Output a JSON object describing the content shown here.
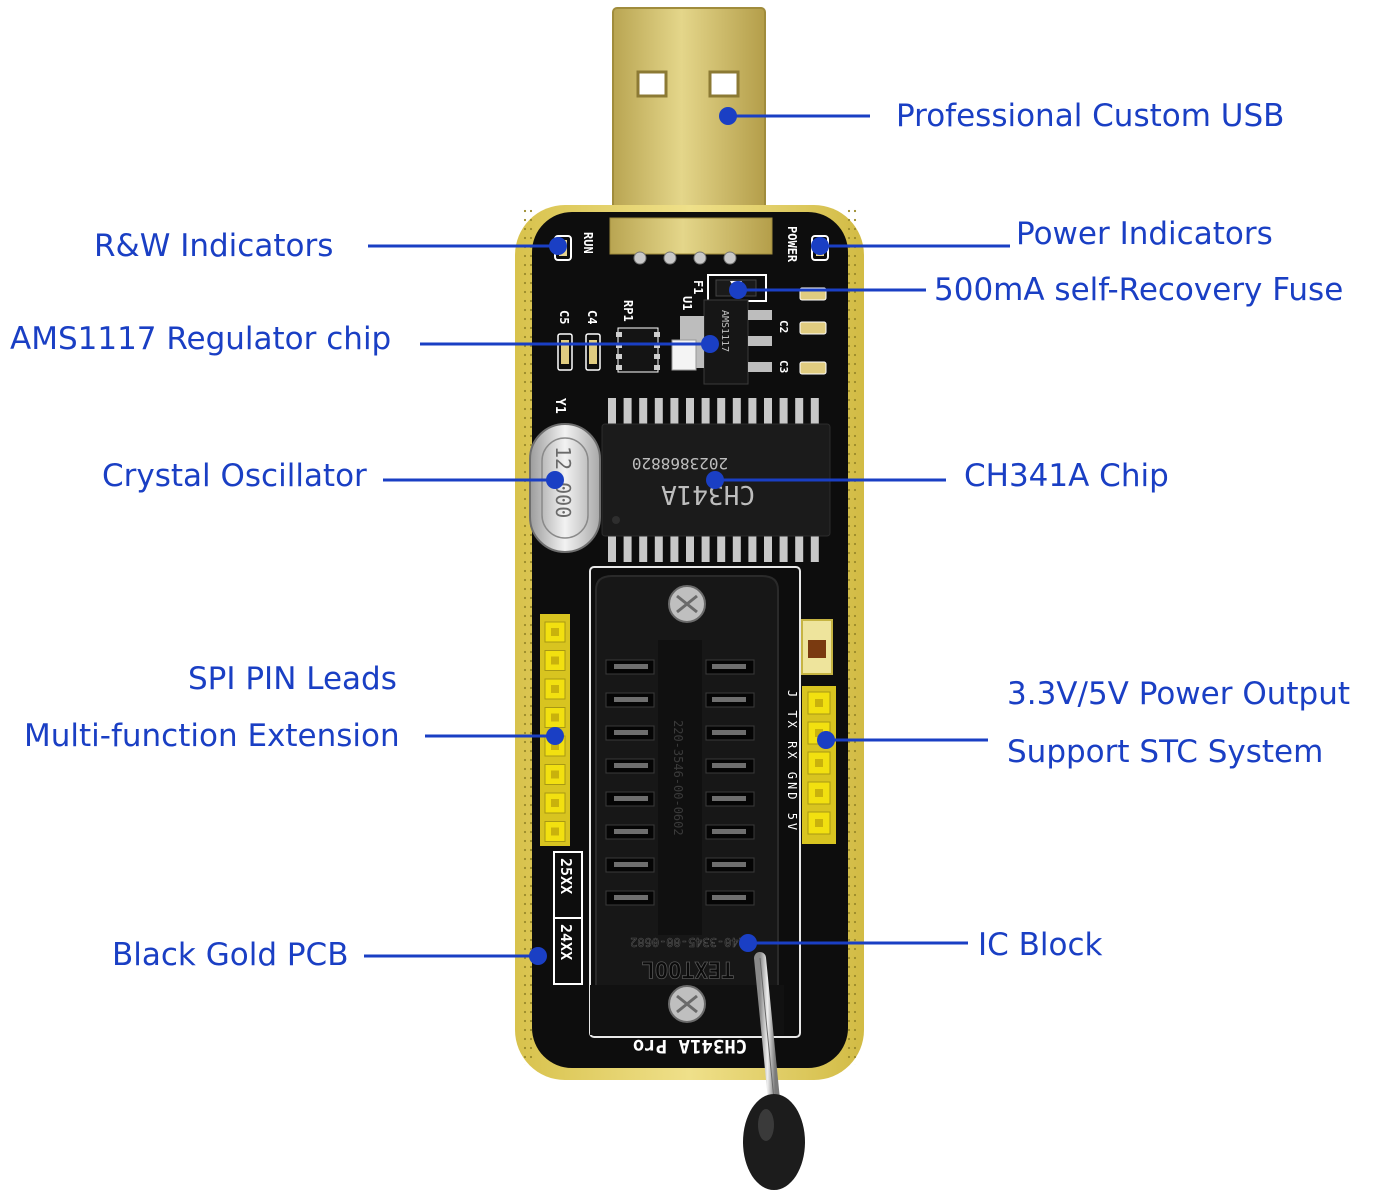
{
  "callouts": {
    "usb": "Professional Custom USB",
    "rw_indicators": "R&W Indicators",
    "power_indicators": "Power Indicators",
    "fuse": "500mA self-Recovery Fuse",
    "regulator": "AMS1117 Regulator chip",
    "crystal": "Crystal Oscillator",
    "ch341a": "CH341A Chip",
    "spi_leads": "SPI PIN Leads",
    "extension": "Multi-function Extension",
    "power_output": "3.3V/5V Power Output",
    "stc": "Support STC System",
    "pcb": "Black Gold PCB",
    "ic_block": "IC Block"
  },
  "silkscreen": {
    "run": "RUN",
    "power": "POWER",
    "f1": "F1",
    "u1": "U1",
    "rp1": "RP1",
    "c4": "C4",
    "c5": "C5",
    "c2": "C2",
    "c3": "C3",
    "y1": "Y1",
    "crystal_freq": "12.000",
    "chip_main": "CH341A",
    "chip_code": "2023868820",
    "reg_text": "AMS1117",
    "socket_brand": "TEXTOOL",
    "socket_code": "240-3345-00-0602",
    "socket_code2": "220-3546-00-0602",
    "jumper_pins": "J TX RX GND 5V",
    "chip_25xx": "25XX",
    "chip_24xx": "24XX",
    "board_name": "CH341A Pro"
  },
  "colors": {
    "callout": "#1a3fc4",
    "pcb": "#0d0d0d",
    "gold_edge": "#e3d062",
    "usb_gold": "#d8c66c",
    "header_yellow": "#f2e010",
    "socket": "#171717"
  }
}
